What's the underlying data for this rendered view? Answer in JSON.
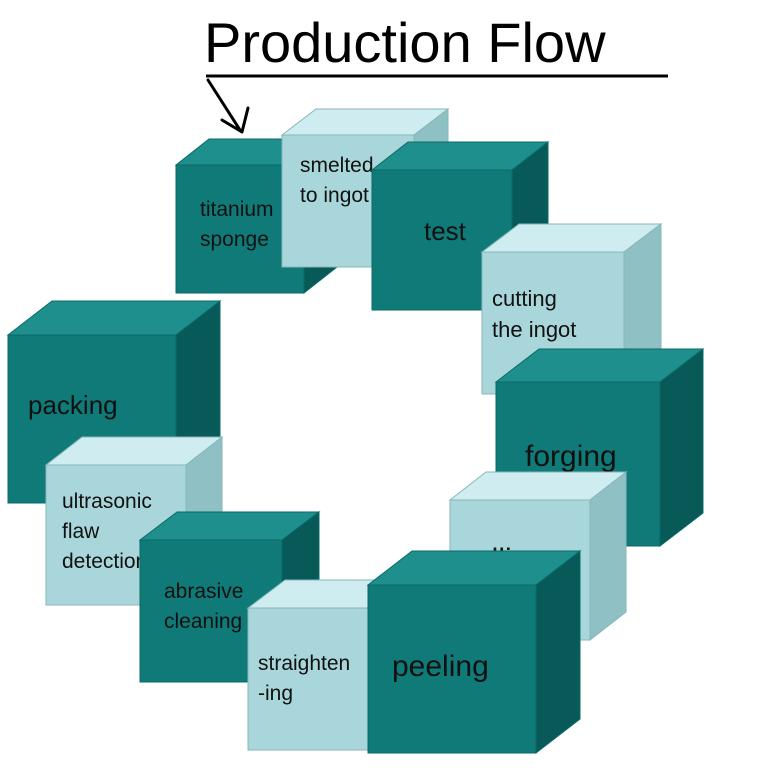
{
  "title": "Production Flow",
  "colors": {
    "dark_top": "#1E8F8C",
    "dark_front": "#0F7A77",
    "dark_side": "#075A58",
    "light_top": "#CFEDF0",
    "light_front": "#A9D6DA",
    "light_side": "#8EC0C4",
    "text": "#111111"
  },
  "steps": [
    {
      "id": "titanium-sponge",
      "lines": [
        "titanium",
        "sponge"
      ],
      "shade": "dark"
    },
    {
      "id": "smelted-to-ingot",
      "lines": [
        "smelted",
        "to ingot"
      ],
      "shade": "light"
    },
    {
      "id": "test",
      "lines": [
        "test"
      ],
      "shade": "dark"
    },
    {
      "id": "cutting-the-ingot",
      "lines": [
        "cutting",
        "the ingot"
      ],
      "shade": "light"
    },
    {
      "id": "forging",
      "lines": [
        "forging"
      ],
      "shade": "dark"
    },
    {
      "id": "rolling",
      "lines": [
        "rolling"
      ],
      "shade": "light"
    },
    {
      "id": "peeling",
      "lines": [
        "peeling"
      ],
      "shade": "dark"
    },
    {
      "id": "straightening",
      "lines": [
        "straighten",
        "-ing"
      ],
      "shade": "light"
    },
    {
      "id": "abrasive-cleaning",
      "lines": [
        "abrasive",
        "cleaning"
      ],
      "shade": "dark"
    },
    {
      "id": "ultrasonic-flaw-detection",
      "lines": [
        "ultrasonic",
        "flaw",
        "detection"
      ],
      "shade": "light"
    },
    {
      "id": "packing",
      "lines": [
        "packing"
      ],
      "shade": "dark"
    }
  ]
}
